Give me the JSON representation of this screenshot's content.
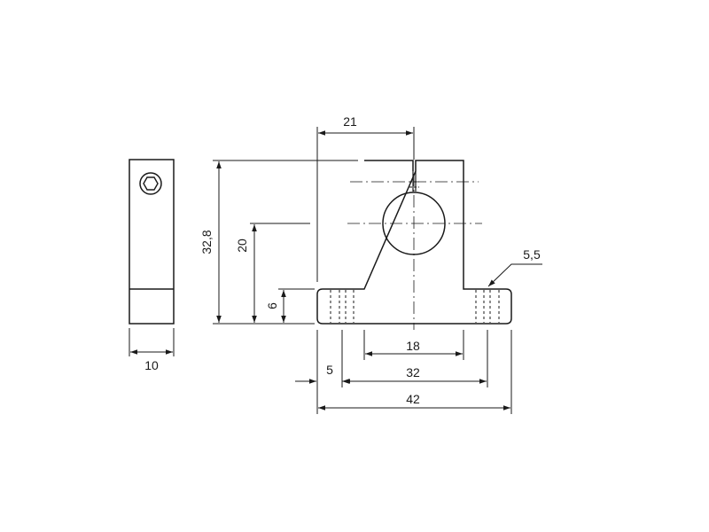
{
  "drawing": {
    "side_view": {
      "width_label": "10"
    },
    "front_view": {
      "labels": {
        "top_width": "21",
        "overall_height": "32,8",
        "axis_height": "20",
        "base_height": "6",
        "hole_diameter": "5,5",
        "inner_width": "18",
        "edge_offset": "5",
        "hole_spacing": "32",
        "overall_width": "42"
      }
    }
  }
}
